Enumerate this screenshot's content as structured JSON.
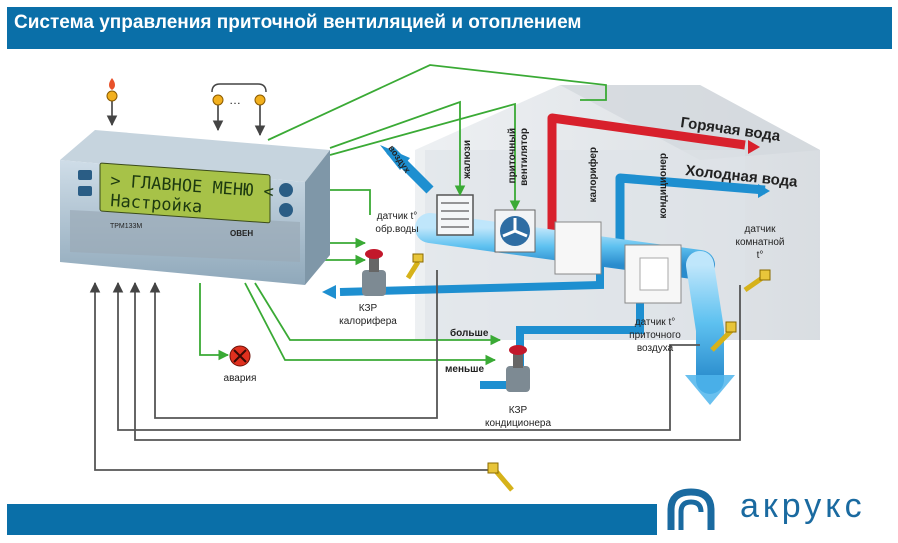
{
  "header": {
    "title": "Система управления приточной вентиляцией и отоплением"
  },
  "controller": {
    "lcd_line1": "> ГЛАВНОЕ МЕНЮ <",
    "lcd_line2": "Настройка",
    "model": "ТРМ133М",
    "brand": "ОВЕН"
  },
  "labels": {
    "hot_water": "Горячая вода",
    "cold_water": "Холодная вода",
    "air_in": "воздух",
    "louvers": "жалюзи",
    "supply_fan_1": "приточный",
    "supply_fan_2": "вентилятор",
    "heater": "калорифер",
    "conditioner": "кондиционер",
    "return_sensor_1": "датчик t°",
    "return_sensor_2": "обр.воды",
    "room_sensor_1": "датчик",
    "room_sensor_2": "комнатной",
    "room_sensor_3": "t°",
    "supply_air_sensor_1": "датчик t°",
    "supply_air_sensor_2": "приточного",
    "supply_air_sensor_3": "воздуха",
    "valve_heater_1": "КЗР",
    "valve_heater_2": "калорифера",
    "valve_cond_1": "КЗР",
    "valve_cond_2": "кондиционера",
    "more": "больше",
    "less": "меньше",
    "alarm": "авария"
  },
  "logo": {
    "text": "акрукс"
  },
  "colors": {
    "header_blue": "#0a6fa8",
    "hot_pipe": "#d8202c",
    "cold_pipe": "#1e8fd0",
    "signal_green": "#3aaa35",
    "wire_gray": "#555555"
  }
}
